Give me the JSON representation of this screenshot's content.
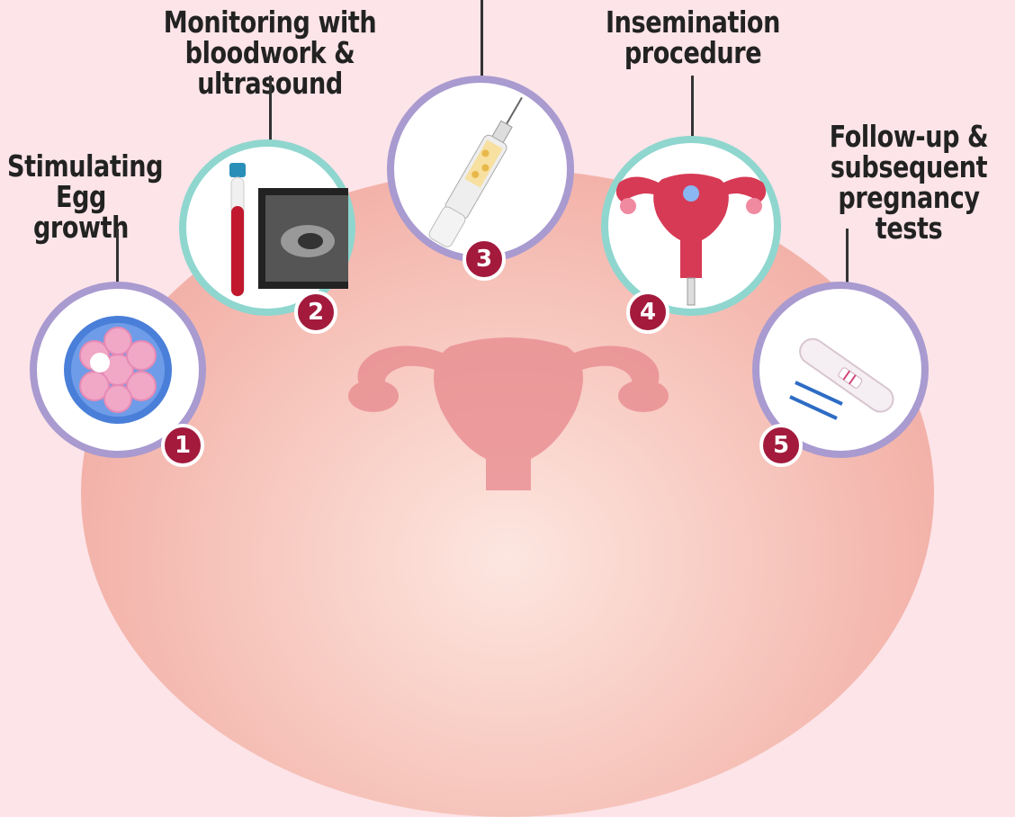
{
  "steps": [
    {
      "number": "1",
      "label_line1": "Stimulating",
      "label_line2": "Egg growth",
      "label_line3": ""
    },
    {
      "number": "2",
      "label_line1": "Monitoring with",
      "label_line2": "bloodwork & ultrasound",
      "label_line3": ""
    },
    {
      "number": "3",
      "label_line1": "",
      "label_line2": "",
      "label_line3": ""
    },
    {
      "number": "4",
      "label_line1": "Insemination",
      "label_line2": "procedure",
      "label_line3": ""
    },
    {
      "number": "5",
      "label_line1": "Follow-up &",
      "label_line2": "subsequent",
      "label_line3": "pregnancy tests"
    }
  ],
  "colors": {
    "background": "#fce4e8",
    "ring_lavender": "#a99ad0",
    "ring_teal": "#8fd6cf",
    "badge": "#a31a3c",
    "text": "#222222"
  },
  "icons": [
    "egg-cells-icon",
    "blood-tube-ultrasound-icon",
    "syringe-pen-icon",
    "uterus-insemination-icon",
    "pregnancy-test-icon"
  ]
}
